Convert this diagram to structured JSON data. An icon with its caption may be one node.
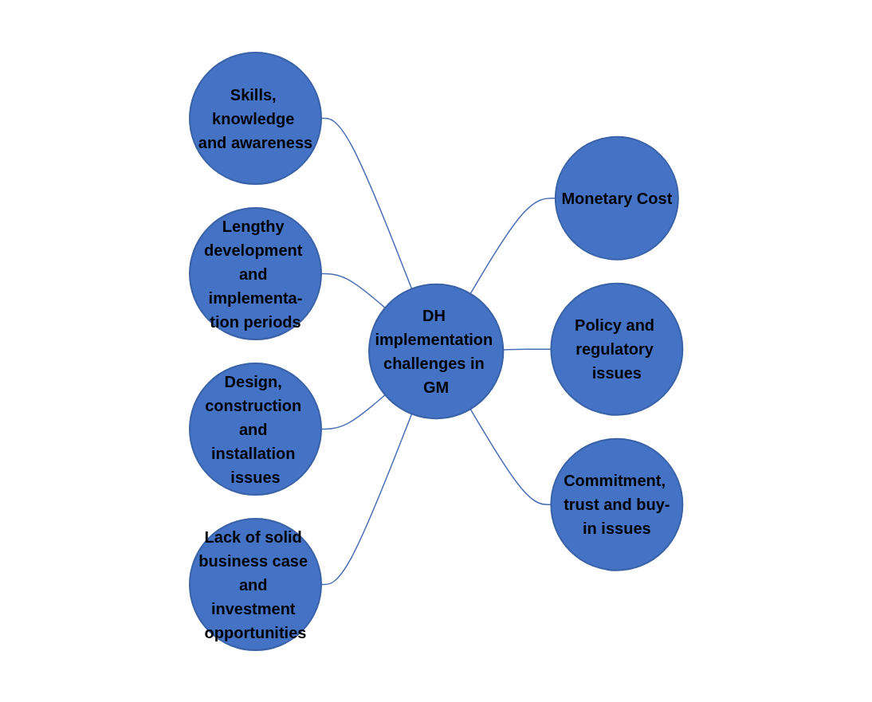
{
  "diagram": {
    "nodes": [
      {
        "text": [
          "Skills, knowledge and awareness"
        ]
      },
      {
        "text": [
          "Lengthy development and implementa-tion periods"
        ]
      },
      {
        "text": [
          "Monetary Cost"
        ]
      },
      {
        "text": [
          "DH implementation challenges in GM"
        ]
      },
      {
        "text": [
          "Design, construction and installation issues"
        ]
      },
      {
        "text": [
          "Policy and regulatory issues"
        ]
      },
      {
        "text": [
          "Lack of solid business case and investment opportunities"
        ]
      },
      {
        "text": [
          "Commitment, trust and buy-in issues"
        ]
      }
    ],
    "edges": [
      {
        "from": 0,
        "to": 3,
        "arrow": "none"
      },
      {
        "from": 1,
        "to": 3,
        "arrow": "none"
      },
      {
        "from": 3,
        "to": 2,
        "arrow": "none"
      },
      {
        "from": 4,
        "to": 3,
        "arrow": "none"
      },
      {
        "from": 3,
        "to": 5,
        "arrow": "none"
      },
      {
        "from": 6,
        "to": 3,
        "arrow": "none"
      },
      {
        "from": 3,
        "to": 7,
        "arrow": "none"
      }
    ]
  }
}
